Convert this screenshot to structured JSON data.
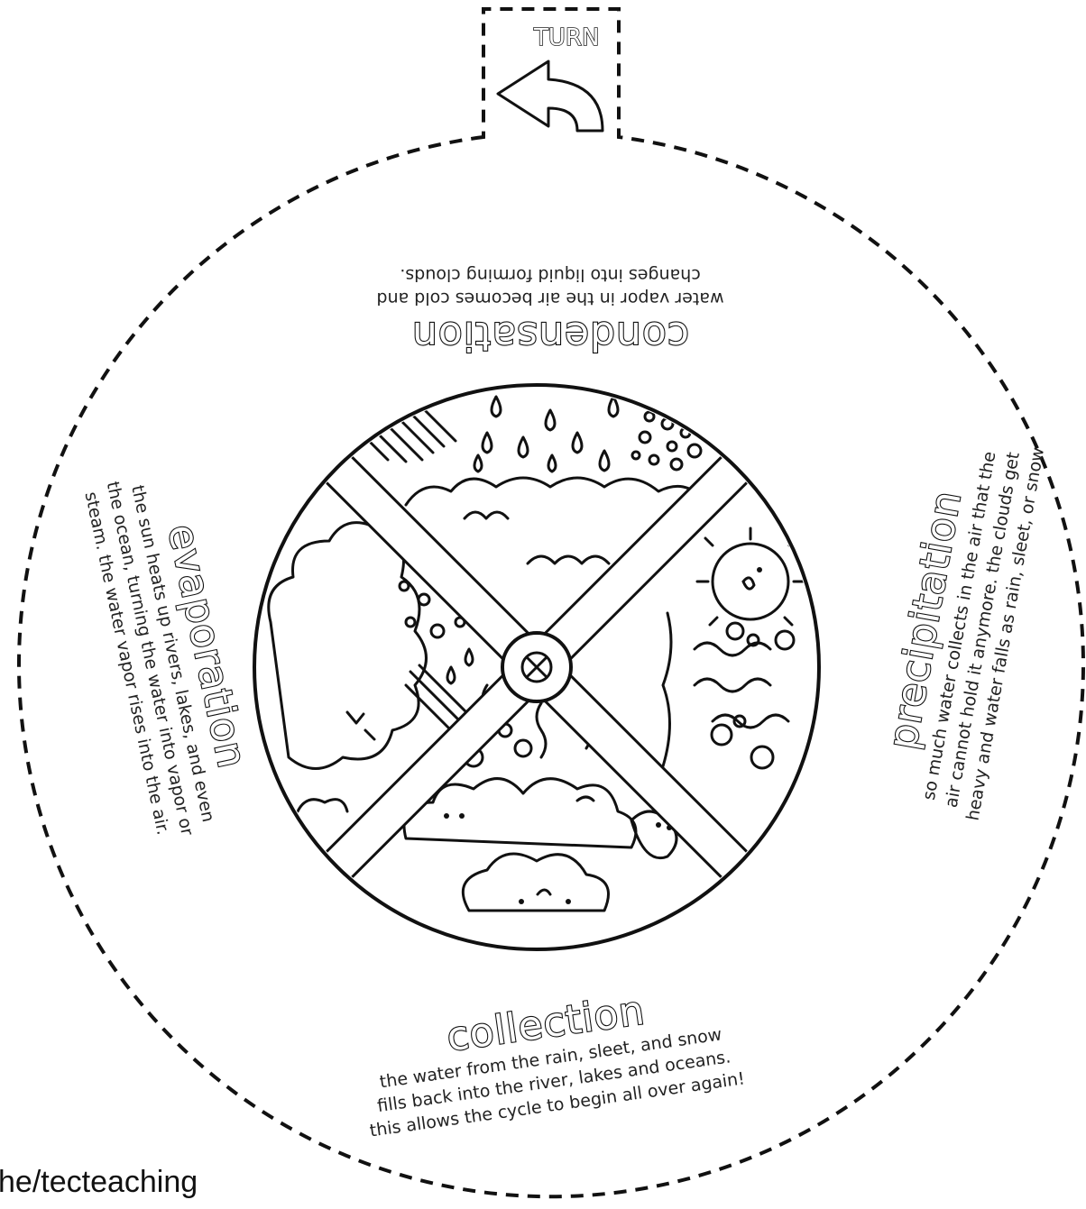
{
  "tab_label": "TURN",
  "stages": {
    "condensation": {
      "title": "condensation",
      "line1": "water vapor in the air becomes cold and",
      "line2": "changes into liquid forming clouds."
    },
    "precipitation": {
      "title": "precipitation",
      "line1": "so much water collects in the air that the",
      "line2": "air cannot hold it anymore. the clouds get",
      "line3": "heavy and water falls as rain, sleet, or snow"
    },
    "collection": {
      "title": "collection",
      "line1": "the water from the rain, sleet, and snow",
      "line2": "fills back into the river, lakes and oceans.",
      "line3": "this allows the cycle to begin all over again!"
    },
    "evaporation": {
      "title": "evaporation",
      "line1": "the sun heats up rivers, lakes, and even",
      "line2": "the ocean, turning the water into vapor or",
      "line3": "steam. the water vapor rises into the air."
    }
  },
  "credit": "he/tecteaching"
}
